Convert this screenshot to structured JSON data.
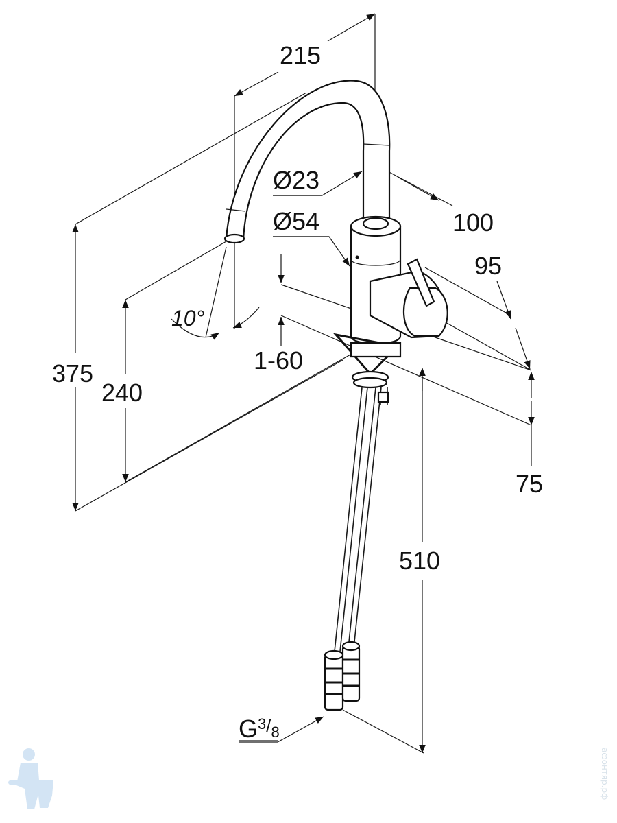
{
  "drawing": {
    "subject": "kitchen faucet dimension drawing",
    "dimensions": {
      "spout_reach": "215",
      "spout_diameter": "Ø23",
      "body_diameter": "Ø54",
      "spout_to_axis": "100",
      "handle_offset": "95",
      "spout_angle": "10°",
      "deck_thickness": "1-60",
      "total_height": "375",
      "spout_outlet_height": "240",
      "base_height": "75",
      "hose_length": "510",
      "connection_thread_main": "G",
      "connection_thread_num": "3",
      "connection_thread_den": "8"
    },
    "watermark": {
      "mascot_icon": "plumber-with-toilet",
      "site_text": "афонтяр.рф"
    },
    "colors": {
      "line": "#1a1a1a",
      "background": "#ffffff",
      "watermark": "#cfe2f3"
    }
  }
}
